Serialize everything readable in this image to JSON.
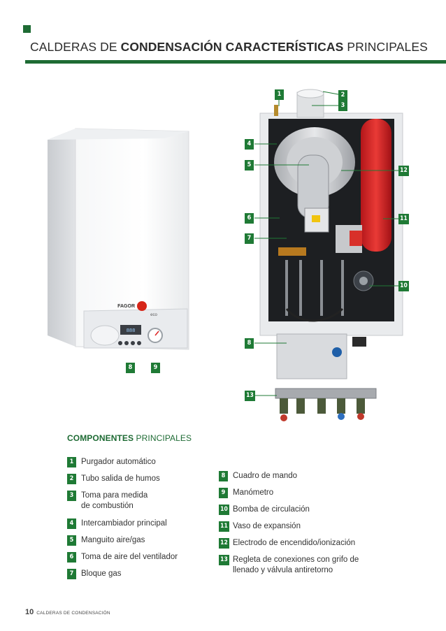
{
  "header": {
    "title_pre": "CALDERAS DE ",
    "title_bold": "CONDENSACIÓN CARACTERÍSTICAS",
    "title_post": " PRINCIPALES"
  },
  "figure": {
    "brand": "FAGOR",
    "model": "eco",
    "labels": [
      "1",
      "2",
      "3",
      "4",
      "5",
      "6",
      "7",
      "8",
      "9",
      "10",
      "11",
      "12",
      "13"
    ]
  },
  "components": {
    "heading_bold": "COMPONENTES",
    "heading_rest": " PRINCIPALES",
    "left": [
      {
        "n": "1",
        "text": "Purgador automático"
      },
      {
        "n": "2",
        "text": "Tubo salida de humos"
      },
      {
        "n": "3",
        "text": "Toma para medida",
        "text2": "de combustión"
      },
      {
        "n": "4",
        "text": "Intercambiador principal"
      },
      {
        "n": "5",
        "text": "Manguito aire/gas"
      },
      {
        "n": "6",
        "text": "Toma de aire del ventilador"
      },
      {
        "n": "7",
        "text": "Bloque gas"
      }
    ],
    "right": [
      {
        "n": "8",
        "text": "Cuadro de mando"
      },
      {
        "n": "9",
        "text": "Manómetro"
      },
      {
        "n": "10",
        "text": "Bomba de circulación"
      },
      {
        "n": "11",
        "text": "Vaso de expansión"
      },
      {
        "n": "12",
        "text": "Electrodo de encendido/ionización"
      },
      {
        "n": "13",
        "text": "Regleta de conexiones con grifo de",
        "text2": "llenado y válvula antiretorno"
      }
    ]
  },
  "footer": {
    "page": "10",
    "label": "CALDERAS DE CONDENSACIÓN"
  }
}
